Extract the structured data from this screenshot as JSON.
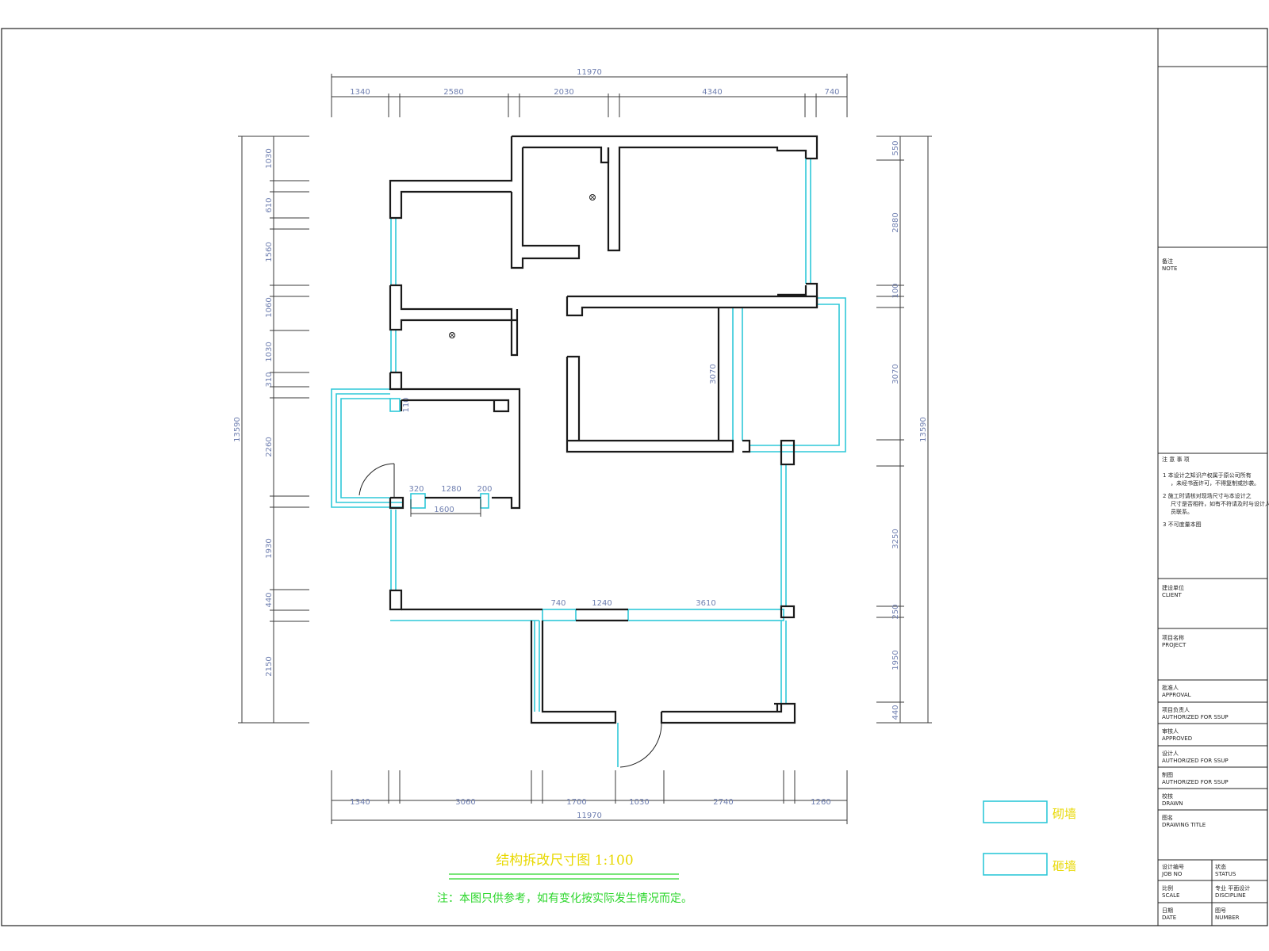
{
  "plan": {
    "title": "结构拆改尺寸图   1:100",
    "note": "注：本图只供参考，如有变化按实际发生情况而定。",
    "legend": [
      {
        "label": "砌墙",
        "color": "#2ec8d8"
      },
      {
        "label": "砸墙",
        "color": "#2ec8d8"
      }
    ]
  },
  "dims": {
    "top_total": "11970",
    "top": [
      "1340",
      "2580",
      "2030",
      "4340",
      "740"
    ],
    "bottom_total": "11970",
    "bottom": [
      "1340",
      "3060",
      "1700",
      "1030",
      "2740",
      "1260"
    ],
    "left_total": "13590",
    "left": [
      "1030",
      "610",
      "1560",
      "1060",
      "1030",
      "310",
      "2260",
      "1930",
      "440",
      "2150"
    ],
    "right_total": "13590",
    "right": [
      "550",
      "2880",
      "100",
      "3070",
      "3250",
      "250",
      "1950",
      "440"
    ],
    "inner": {
      "d110": "110",
      "d320": "320",
      "d1280": "1280",
      "d200": "200",
      "d1600": "1600",
      "d740": "740",
      "d1240": "1240",
      "d3610": "3610",
      "d3070": "3070"
    }
  },
  "title_block": {
    "note": "备注\nNOTE",
    "attention_title": "注 意 事 项",
    "attention_items": [
      "1  本设计之知识产权属于原公司所有，未经书面许可，不得复制或抄袭。",
      "2  施工时请核对现场尺寸与本设计之尺寸是否相符，如有不符请及时与设计人员联系。",
      "3  不可度量本图"
    ],
    "client": "建设单位\nCLIENT",
    "project": "项目名称\nPROJECT",
    "rows": [
      "批准人\nAPPROVAL",
      "项目负责人\nAUTHORIZED FOR SSUP",
      "审核人\nAPPROVED",
      "设计人\nAUTHORIZED FOR SSUP",
      "制图\nAUTHORIZED FOR SSUP",
      "校核\nDRAWN",
      "图名\nDRAWING TITLE"
    ],
    "bottom": [
      [
        "设计编号\nJOB NO",
        "状态\nSTATUS"
      ],
      [
        "比例\nSCALE",
        "专业  平面设计\nDISCIPLINE"
      ],
      [
        "日期\nDATE",
        "图号\nNUMBER"
      ]
    ]
  }
}
